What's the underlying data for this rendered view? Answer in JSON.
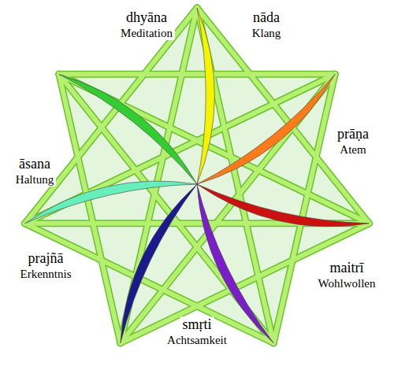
{
  "diagram": {
    "labels": [
      "dhyāna",
      "Meditation",
      "nāda",
      "Klang",
      "prāṇa",
      "Atem",
      "maitrī",
      "Wohlwollen",
      "smṛti",
      "Achtsamkeit",
      "prajñā",
      "Erkenntnis",
      "āsana",
      "Haltung"
    ]
  }
}
